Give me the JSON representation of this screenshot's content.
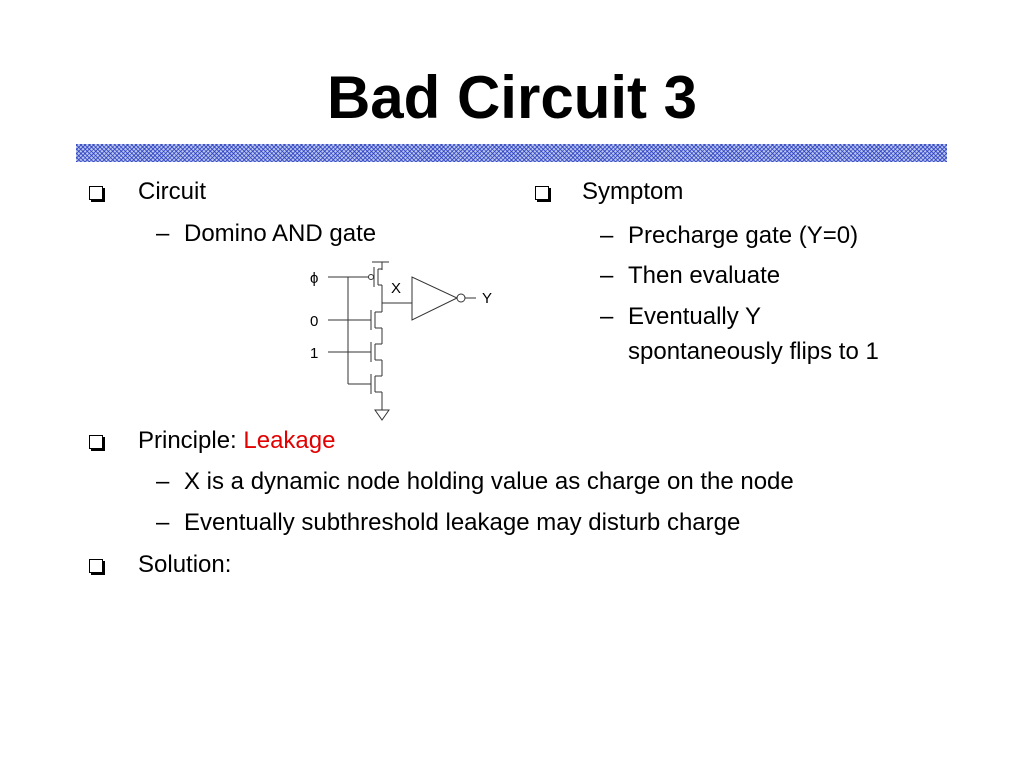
{
  "slide": {
    "title": "Bad Circuit 3",
    "left_column": {
      "heading": "Circuit",
      "sub_items": [
        "Domino AND gate"
      ]
    },
    "right_column": {
      "heading": "Symptom",
      "sub_items": [
        "Precharge gate (Y=0)",
        "Then evaluate",
        "Eventually Y",
        "spontaneously flips to 1"
      ]
    },
    "principle": {
      "label": "Principle: ",
      "highlight": "Leakage",
      "highlight_color": "#e30000",
      "sub_items": [
        "X is a dynamic node holding value as charge on the node",
        "Eventually subthreshold leakage may disturb charge"
      ]
    },
    "solution": {
      "label": "Solution:"
    }
  },
  "circuit_diagram": {
    "inputs": [
      "ϕ",
      "0",
      "1"
    ],
    "node_label": "X",
    "output_label": "Y"
  },
  "colors": {
    "rule_pattern": "#2337c3",
    "text": "#000000",
    "highlight": "#e30000"
  }
}
